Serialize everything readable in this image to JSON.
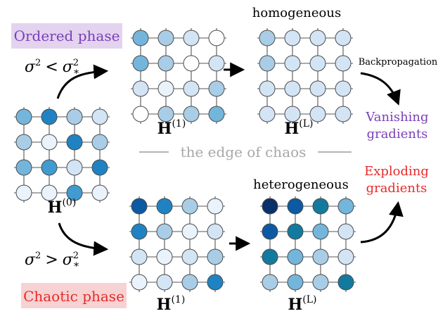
{
  "phases": {
    "ordered": {
      "label": "Ordered phase",
      "bg": "#e3d3ef",
      "color": "#7a3fb8"
    },
    "chaotic": {
      "label": "Chaotic phase",
      "bg": "#f6d2d2",
      "color": "#e62b2b"
    }
  },
  "conditions": {
    "upper": {
      "base": "σ",
      "op": "<",
      "sup": "2",
      "sub": "*"
    },
    "lower": {
      "base": "σ",
      "op": ">",
      "sup": "2",
      "sub": "*"
    }
  },
  "edge_label": "the edge of chaos",
  "headers": {
    "homogeneous": "homogeneous",
    "heterogeneous": "heterogeneous"
  },
  "backprop_label": "Backpropagation",
  "outcomes": {
    "vanishing": {
      "line1": "Vanishing",
      "line2": "gradients",
      "color": "#7a3fb8"
    },
    "exploding": {
      "line1": "Exploding",
      "line2": "gradients",
      "color": "#e62b2b"
    }
  },
  "matrix_labels": {
    "h0": {
      "base": "H",
      "sup": "(0)"
    },
    "h1_top": {
      "base": "H",
      "sup": "(1)"
    },
    "hL_top": {
      "base": "H",
      "sup": "(L)"
    },
    "h1_bottom": {
      "base": "H",
      "sup": "(1)"
    },
    "hL_bottom": {
      "base": "H",
      "sup": "(L)"
    }
  },
  "palette": [
    "#ffffff",
    "#eaf2fb",
    "#d3e4f5",
    "#a9cde6",
    "#74b5dc",
    "#3f9bd0",
    "#1f83c3",
    "#1b72b0",
    "#137a9f",
    "#0b5aa3",
    "#08306b"
  ],
  "grids": {
    "h0": [
      [
        4,
        6,
        3,
        2
      ],
      [
        3,
        1,
        6,
        3
      ],
      [
        4,
        5,
        2,
        6
      ],
      [
        1,
        1,
        5,
        1
      ]
    ],
    "h1_top": [
      [
        4,
        3,
        2,
        0
      ],
      [
        4,
        3,
        0,
        2
      ],
      [
        2,
        1,
        2,
        3
      ],
      [
        0,
        3,
        3,
        4
      ]
    ],
    "hL_top": [
      [
        3,
        2,
        2,
        2
      ],
      [
        3,
        2,
        2,
        2
      ],
      [
        2,
        2,
        2,
        2
      ],
      [
        2,
        2,
        2,
        2
      ]
    ],
    "h1_bottom": [
      [
        9,
        6,
        3,
        1
      ],
      [
        6,
        3,
        1,
        2
      ],
      [
        2,
        1,
        2,
        3
      ],
      [
        1,
        2,
        3,
        6
      ]
    ],
    "hL_bottom": [
      [
        10,
        9,
        8,
        4
      ],
      [
        9,
        8,
        4,
        2
      ],
      [
        8,
        4,
        3,
        2
      ],
      [
        3,
        4,
        3,
        8
      ]
    ]
  }
}
